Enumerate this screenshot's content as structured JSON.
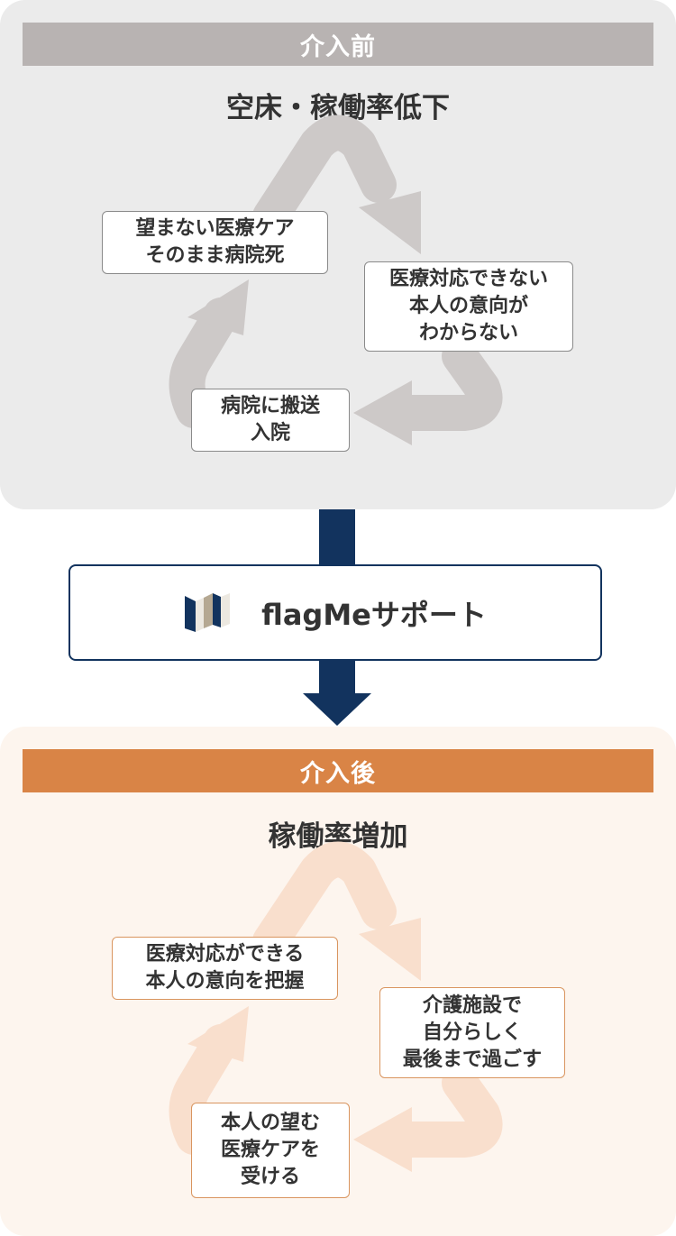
{
  "before": {
    "header": "介入前",
    "title": "空床・稼働率低下",
    "steps": [
      "望まない医療ケア\nそのまま病院死",
      "医療対応できない\n本人の意向が\nわからない",
      "病院に搬送\n入院"
    ]
  },
  "support": {
    "label": "flagMeサポート"
  },
  "after": {
    "header": "介入後",
    "title": "稼働率増加",
    "steps": [
      "医療対応ができる\n本人の意向を把握",
      "介護施設で\n自分らしく\n最後まで過ごす",
      "本人の望む\n医療ケアを\n受ける"
    ]
  },
  "colors": {
    "before_header": "#b8b3b2",
    "before_arrow": "#cdc9c8",
    "after_header": "#d98446",
    "after_arrow": "#f9dfcd",
    "connector": "#12335e"
  }
}
